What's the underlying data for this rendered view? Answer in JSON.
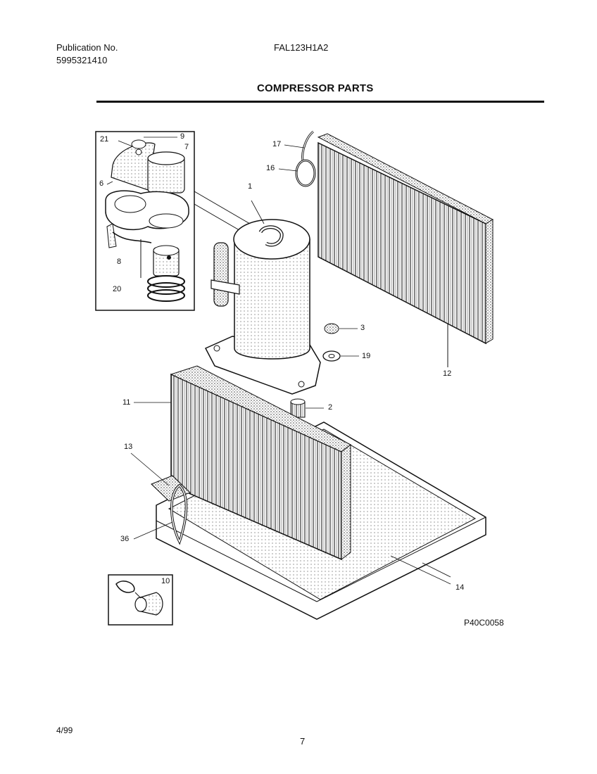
{
  "header": {
    "publication_label": "Publication No.",
    "publication_number": "5995321410",
    "model": "FAL123H1A2"
  },
  "title": "COMPRESSOR PARTS",
  "callouts": {
    "c1": "1",
    "c2": "2",
    "c3": "3",
    "c6": "6",
    "c7": "7",
    "c8": "8",
    "c9": "9",
    "c10": "10",
    "c11": "11",
    "c12": "12",
    "c13": "13",
    "c14": "14",
    "c16": "16",
    "c17": "17",
    "c19": "19",
    "c20": "20",
    "c21": "21",
    "c36": "36"
  },
  "drawing_code": "P40C0058",
  "footer": {
    "date": "4/99",
    "page": "7"
  }
}
